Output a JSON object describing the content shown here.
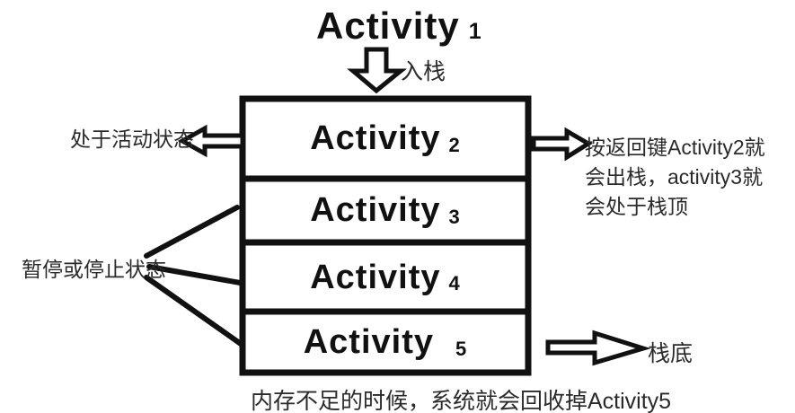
{
  "diagram": {
    "title": {
      "label": "Activity",
      "sub": "1"
    },
    "push_label": "入栈",
    "active_state_label": "处于活动状态",
    "paused_state_label": "暂停或停止状态",
    "back_key_note": {
      "lines": [
        "按返回键Activity2就",
        "会出栈，activity3就",
        "会处于栈顶"
      ]
    },
    "stack_bottom_label": "栈底",
    "memory_note": "内存不足的时候，系统就会回收掉Activity5",
    "stack": {
      "rows": [
        {
          "label": "Activity",
          "sub": "2"
        },
        {
          "label": "Activity",
          "sub": "3"
        },
        {
          "label": "Activity",
          "sub": "4"
        },
        {
          "label": "Activity",
          "sub": "5"
        }
      ]
    },
    "colors": {
      "ink": "#111111",
      "annotation": "#2a2a2a",
      "background": "#ffffff"
    }
  }
}
